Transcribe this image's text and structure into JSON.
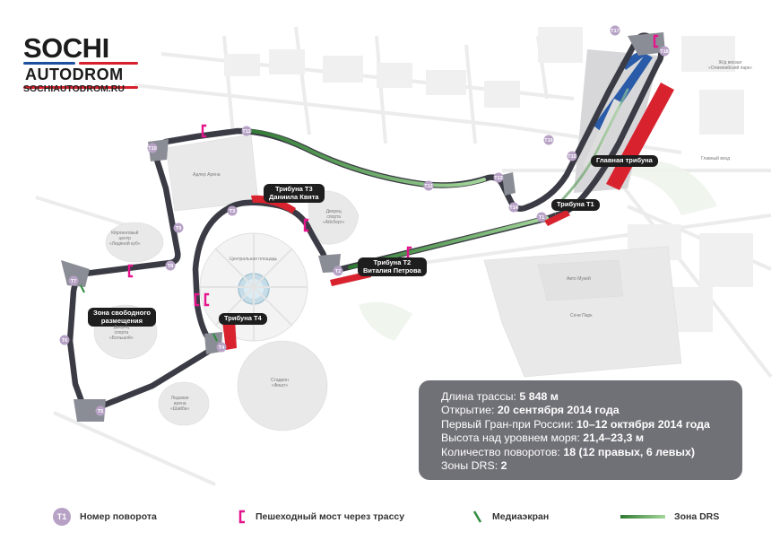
{
  "logo": {
    "line1": "SOCHI",
    "line2": "AUTODROM",
    "colors": {
      "blue": "#1d4f9c",
      "red": "#d6202c"
    }
  },
  "website": "SOCHIAUTODROM.RU",
  "info": {
    "rows": [
      {
        "label": "Длина трассы: ",
        "value": "5 848 м"
      },
      {
        "label": "Открытие: ",
        "value": "20 сентября 2014 года"
      },
      {
        "label": "Первый Гран-при России: ",
        "value": "10–12 октября 2014 года"
      },
      {
        "label": "Высота над уровнем моря: ",
        "value": "21,4–23,3 м"
      },
      {
        "label": "Количество поворотов: ",
        "value": "18 (12 правых, 6 левых)"
      },
      {
        "label": "Зоны DRS: ",
        "value": "2"
      }
    ]
  },
  "legend": {
    "turn_badge": "T1",
    "turn_label": "Номер поворота",
    "bridge_label": "Пешеходный мост через трассу",
    "screen_label": "Медиаэкран",
    "drs_label": "Зона DRS"
  },
  "grandstands": {
    "main": "Главная трибуна",
    "t1": "Трибуна Т1",
    "t2": "Трибуна Т2\nВиталия Петрова",
    "t3": "Трибуна Т3\nДаниила Квята",
    "t4": "Трибуна Т4",
    "free": "Зона свободного\nразмещения"
  },
  "turns": [
    "T1",
    "T2",
    "T3",
    "T4",
    "T5",
    "T6",
    "T7",
    "T8",
    "T9",
    "T10",
    "T11",
    "T12",
    "T13",
    "T14",
    "T15",
    "T16",
    "T17",
    "T18"
  ],
  "map_labels": {
    "adler_arena": "Адлер Арена",
    "central_square": "Центральная площадь",
    "iceberg": "Дворец\nспорта\n«Айсберг»",
    "curling": "Кёрлинговый\nцентр\n«Ледяной куб»",
    "bolshoy": "Дворец\nспорта\n«Большой»",
    "shayba": "Ледовая\nарена\n«Шайба»",
    "fisht": "Стадион\n«Фишт»",
    "auto_museum": "Авто Музей",
    "sochi_park": "Сочи Парк",
    "main_entrance": "Главный вход",
    "station": "Ж/д вокзал\n«Олимпийский парк»"
  },
  "colors": {
    "track": "#3a3b44",
    "drs": "#5aa34e",
    "bridge": "#e6148c",
    "grandstand": "#d8232f",
    "turn_badge": "#b7a2c6",
    "info_bg": "#707077"
  }
}
